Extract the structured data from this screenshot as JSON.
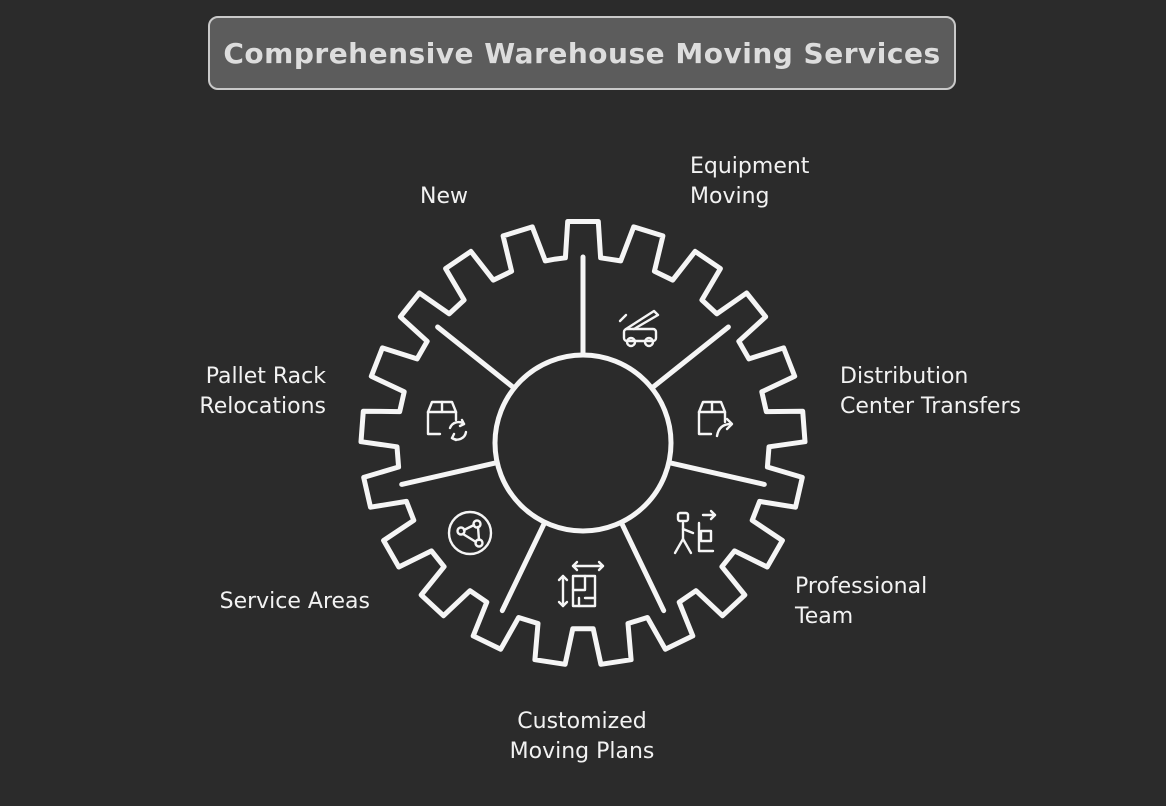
{
  "title": "Comprehensive Warehouse Moving Services",
  "segments": [
    {
      "id": "new",
      "lines": [
        "New"
      ]
    },
    {
      "id": "equipment-moving",
      "lines": [
        "Equipment",
        "Moving"
      ],
      "icon": "crane-truck-icon"
    },
    {
      "id": "distribution-center-transfers",
      "lines": [
        "Distribution",
        "Center Transfers"
      ],
      "icon": "box-arrow-icon"
    },
    {
      "id": "professional-team",
      "lines": [
        "Professional",
        "Team"
      ],
      "icon": "worker-dolly-icon"
    },
    {
      "id": "customized-moving-plans",
      "lines": [
        "Customized",
        "Moving Plans"
      ],
      "icon": "floor-plan-icon"
    },
    {
      "id": "service-areas",
      "lines": [
        "Service Areas"
      ],
      "icon": "map-network-icon"
    },
    {
      "id": "pallet-rack-relocations",
      "lines": [
        "Pallet Rack",
        "Relocations"
      ],
      "icon": "box-recycle-icon"
    }
  ],
  "colors": {
    "background": "#2b2b2b",
    "stroke": "#f5f5f5",
    "title_box": "#5c5c5c",
    "title_text": "#dddddd"
  }
}
